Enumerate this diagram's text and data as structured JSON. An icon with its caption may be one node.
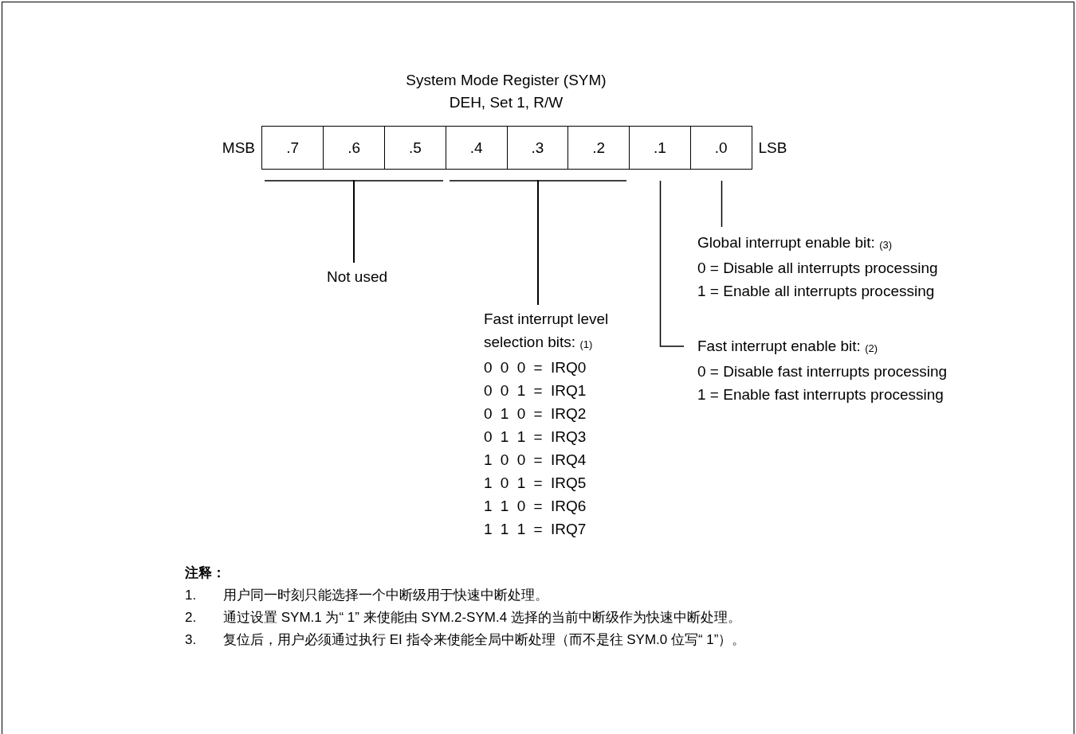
{
  "diagram": {
    "title": "System Mode Register (SYM)",
    "nodes": [
      {
        "text": [
          ".7"
        ],
        "beside": [
          "MSB"
        ]
      },
      {
        "text": [
          ".6"
        ]
      },
      {
        "text": [
          ".5"
        ]
      },
      {
        "text": [
          ".4"
        ]
      },
      {
        "text": [
          ".3"
        ]
      },
      {
        "text": [
          ".2"
        ]
      },
      {
        "text": [
          ".1"
        ]
      },
      {
        "text": [
          ".0"
        ],
        "beside": [
          "LSB"
        ]
      },
      {
        "text": [
          "Not used"
        ]
      },
      {
        "text": [
          "Fast interrupt level selection bits: $_{(1)}$",
          "0 0 0 = IRQ0",
          "0 0 1 = IRQ1",
          "0 1 0 = IRQ2",
          "0 1 1 = IRQ3",
          "1 0 0 = IRQ4",
          "1 0 1 = IRQ5",
          "1 1 0 = IRQ6",
          "1 1 1 = IRQ7"
        ]
      },
      {
        "text": [
          "Fast interrupt enable bit: $_{(2)}$",
          "0 = Disable fast interrupts processing",
          "1 = Enable fast interrupts processing"
        ]
      },
      {
        "text": [
          "Global interrupt enable bit: $_{(3)}$",
          "0 = Disable all interrupts processing",
          "1 = Enable all interrupts processing"
        ]
      }
    ],
    "edges": [
      {
        "from": 8,
        "to": 0,
        "arrow": "none"
      },
      {
        "from": 8,
        "to": 1,
        "arrow": "none"
      },
      {
        "from": 8,
        "to": 2,
        "arrow": "none"
      },
      {
        "from": 9,
        "to": 3,
        "arrow": "none"
      },
      {
        "from": 9,
        "to": 4,
        "arrow": "none"
      },
      {
        "from": 9,
        "to": 5,
        "arrow": "none"
      },
      {
        "from": 10,
        "to": 6,
        "arrow": "none"
      },
      {
        "from": 11,
        "to": 7,
        "arrow": "none"
      }
    ],
    "labels": [
      "DEH, Set 1, R/W",
      "注释：",
      "1.",
      "用户同一时刻只能选择一个中断级用于快速中断处理。",
      "2.",
      "通过设置 SYM.1 为“ 1” 来使能由 SYM.2-SYM.4 选择的当前中断级作为快速中断处理。",
      "3.",
      "复位后，用户必须通过执行 EI 指令来使能全局中断处理（而不是往 SYM.0 位写“ 1”）。"
    ]
  }
}
